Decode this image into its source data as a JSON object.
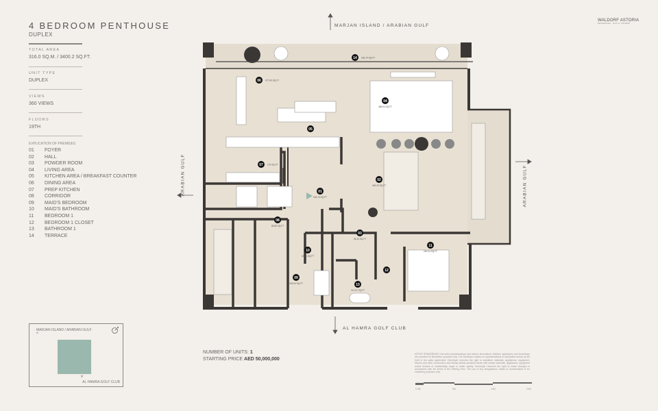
{
  "header": {
    "title": "4 BEDROOM PENTHOUSE",
    "subtitle": "DUPLEX"
  },
  "specs": [
    {
      "label": "TOTAL AREA",
      "value": "316.0 SQ.M.  /  3400.2 SQ.FT."
    },
    {
      "label": "UNIT TYPE",
      "value": "DUPLEX"
    },
    {
      "label": "VIEWS",
      "value": "360 VIEWS"
    },
    {
      "label": "FLOORS",
      "value": "19TH"
    }
  ],
  "legend": {
    "heading": "EXPLICATION OF PREMISES",
    "items": [
      {
        "num": "01",
        "name": "FOYER"
      },
      {
        "num": "02",
        "name": "HALL"
      },
      {
        "num": "03",
        "name": "POWDER ROOM"
      },
      {
        "num": "04",
        "name": "LIVING AREA"
      },
      {
        "num": "05",
        "name": "KITCHEN AREA / BREAKFAST COUNTER"
      },
      {
        "num": "06",
        "name": "DINING AREA"
      },
      {
        "num": "07",
        "name": "PREP KITCHEN"
      },
      {
        "num": "08",
        "name": "CORRIDOR"
      },
      {
        "num": "09",
        "name": "MAID'S BEDROOM"
      },
      {
        "num": "10",
        "name": "MAID'S BATHROOM"
      },
      {
        "num": "11",
        "name": "BEDROOM 1"
      },
      {
        "num": "12",
        "name": "BEDROOM 1 CLOSET"
      },
      {
        "num": "13",
        "name": "BATHROOM 1"
      },
      {
        "num": "14",
        "name": "TERRACE"
      }
    ]
  },
  "minimap": {
    "top": "MARJAN ISLAND / ARABIAN GULF",
    "bottom": "AL HAMRA GOLF CLUB",
    "highlight_color": "#9ab8ad"
  },
  "compass": {
    "north": "MARJAN ISLAND / ARABIAN GULF",
    "south": "AL HAMRA GOLF CLUB",
    "west": "ARABIAN GULF",
    "east": "ARABIAN GULF"
  },
  "logo": {
    "brand": "WALDORF ASTORIA",
    "sub": "RESIDENCES · RAS AL KHAIMAH"
  },
  "units": {
    "label": "NUMBER OF UNITS:",
    "value": "1",
    "price_label": "STARTING PRICE",
    "price": "AED 50,000,000"
  },
  "disclaimer": "ARTIST RENDERINGS: the artist representations and interior decorations, finishes, appliances and furnishings are provided for illustrative purposes only. The Developer makes no representations or warranties except as set forth in the sales agreement. Developer reserves the right to substitute materials, appliances, equipment, fixtures and other construction and design details specified herein with similar materials, appliances, equipment and/or fixtures of substantially equal or better quality. Developer reserves the right to make changes in accordance with the terms of the Offering Plan. The use of any designations, labels or nomenclature is for marketing purposes only.",
  "scale": {
    "ticks": [
      "0.5M",
      "5M",
      "10M",
      "20M"
    ]
  },
  "rooms": [
    {
      "num": "14",
      "area": "166.70 SQ.FT"
    },
    {
      "num": "06",
      "area": "477.80 SQ.FT"
    },
    {
      "num": "04",
      "area": "455.94 SQ.FT"
    },
    {
      "num": "05",
      "area": ""
    },
    {
      "num": "07",
      "area": "179 SQ.FT"
    },
    {
      "num": "01",
      "area": "160.13 SQ.FT"
    },
    {
      "num": "02",
      "area": "449.20 SQ.FT"
    },
    {
      "num": "08",
      "area": "55.85 SQ.FT"
    },
    {
      "num": "03",
      "area": "46.33 SQ.FT"
    },
    {
      "num": "10",
      "area": "40.51 SQ.FT"
    },
    {
      "num": "11",
      "area": "240.04 SQ.FT"
    },
    {
      "num": "12",
      "area": ""
    },
    {
      "num": "13",
      "area": "147.57 SQ.FT"
    },
    {
      "num": "09",
      "area": "153.54 SQ.FT"
    }
  ]
}
